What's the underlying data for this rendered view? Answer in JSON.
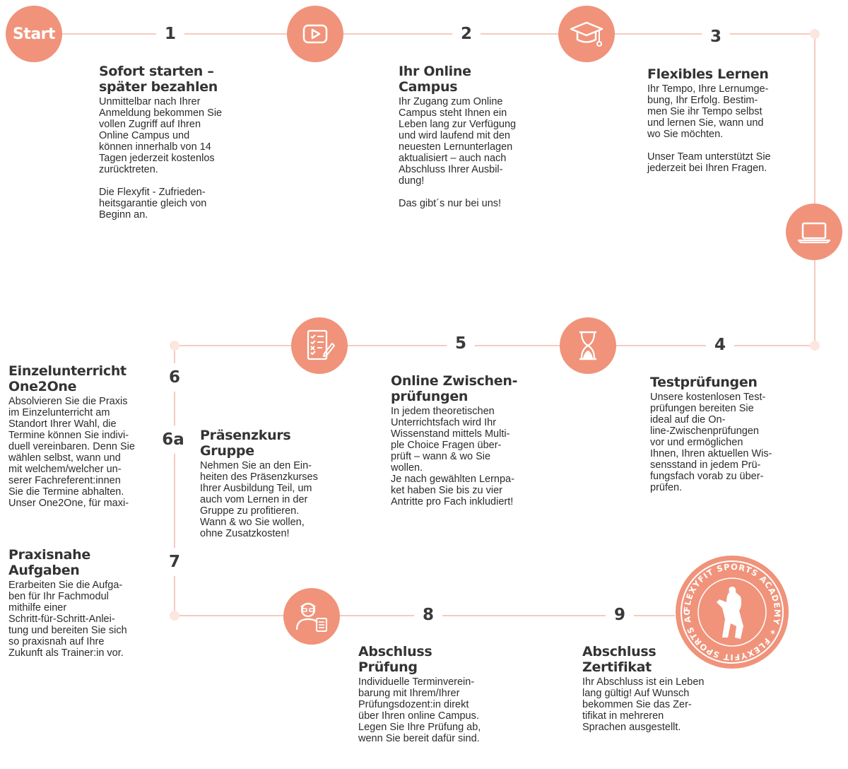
{
  "colors": {
    "accent": "#f0937a",
    "line": "#f4b8a8",
    "dot": "#fbe6e1",
    "text": "#2b2b2b"
  },
  "start": {
    "label": "Start"
  },
  "numbers": {
    "n1": "1",
    "n2": "2",
    "n3": "3",
    "n4": "4",
    "n5": "5",
    "n6": "6",
    "n6a": "6a",
    "n7": "7",
    "n8": "8",
    "n9": "9"
  },
  "icons": {
    "video": "video-play-icon",
    "graduation": "graduation-cap-icon",
    "laptop": "laptop-icon",
    "hourglass": "hourglass-icon",
    "checklist": "checklist-icon",
    "trainer": "trainer-icon"
  },
  "steps": {
    "s1": {
      "title": "Sofort starten –\nspäter bezahlen",
      "text": "Unmittelbar nach Ihrer\nAnmeldung bekommen Sie\nvollen Zugriff auf Ihren\nOnline Campus und\nkönnen innerhalb von 14\nTagen jederzeit kostenlos\nzurücktreten.\n\nDie Flexyfit - Zufrieden-\nheitsgarantie gleich von\nBeginn an."
    },
    "s2": {
      "title": "Ihr Online\nCampus",
      "text": "Ihr Zugang zum Online\nCampus steht Ihnen ein\nLeben lang zur Verfügung\nund wird laufend mit den\nneuesten Lernunterlagen\naktualisiert – auch nach\nAbschluss Ihrer Ausbil-\ndung!\n\nDas gibt´s nur bei uns!"
    },
    "s3": {
      "title": "Flexibles Lernen",
      "text": "Ihr Tempo, Ihre Lernumge-\nbung, Ihr Erfolg. Bestim-\nmen Sie ihr Tempo selbst\nund lernen Sie, wann und\nwo Sie möchten.\n\nUnser Team unterstützt Sie\njederzeit bei Ihren Fragen."
    },
    "s4": {
      "title": "Testprüfungen",
      "text": "Unsere kostenlosen Test-\nprüfungen bereiten Sie\nideal auf die On-\nline-Zwischenprüfungen\nvor und ermöglichen\nIhnen, Ihren aktuellen Wis-\nsensstand in jedem Prü-\nfungsfach vorab zu über-\nprüfen."
    },
    "s5": {
      "title": "Online Zwischen-\nprüfungen",
      "text": "In jedem theoretischen\nUnterrichtsfach wird Ihr\nWissenstand mittels Multi-\nple Choice Fragen über-\nprüft – wann & wo Sie\nwollen.\nJe nach gewählten Lernpa-\nket haben Sie bis zu vier\nAntritte pro Fach inkludiert!"
    },
    "s6": {
      "title": "Einzelunterricht\nOne2One",
      "text": "Absolvieren Sie die Praxis\nim Einzelunterricht am\nStandort Ihrer Wahl, die\nTermine können Sie indivi-\nduell vereinbaren. Denn Sie\nwählen selbst, wann und\nmit welchem/welcher un-\nserer Fachreferent:innen\nSie die Termine abhalten.\nUnser One2One, für maxi-"
    },
    "s6a": {
      "title": "Präsenzkurs\nGruppe",
      "text": "Nehmen Sie an den Ein-\nheiten des Präsenzkurses\nIhrer Ausbildung Teil, um\nauch vom Lernen in der\nGruppe zu profitieren.\nWann & wo Sie wollen,\nohne Zusatzkosten!"
    },
    "s7": {
      "title": "Praxisnahe\nAufgaben",
      "text": "Erarbeiten Sie die Aufga-\nben für Ihr Fachmodul\nmithilfe einer\nSchritt-für-Schritt-Anlei-\ntung und bereiten Sie sich\nso praxisnah auf Ihre\nZukunft als Trainer:in vor."
    },
    "s8": {
      "title": "Abschluss\nPrüfung",
      "text": "Individuelle Terminverein-\nbarung mit Ihrem/Ihrer\nPrüfungsdozent:in direkt\nüber Ihren online Campus.\nLegen Sie Ihre Prüfung ab,\nwenn Sie bereit dafür sind."
    },
    "s9": {
      "title": "Abschluss\nZertifikat",
      "text": "Ihr Abschluss ist ein Leben\nlang gültig! Auf Wunsch\nbekommen Sie das Zer-\ntifikat in mehreren\nSprachen ausgestellt."
    }
  },
  "seal": {
    "icon": "flexyfit-sports-academy-seal-icon",
    "text": "FLEXYFIT SPORTS ACADEMY ✶ FLEXYFIT SPORTS ACADEMY ✶"
  }
}
